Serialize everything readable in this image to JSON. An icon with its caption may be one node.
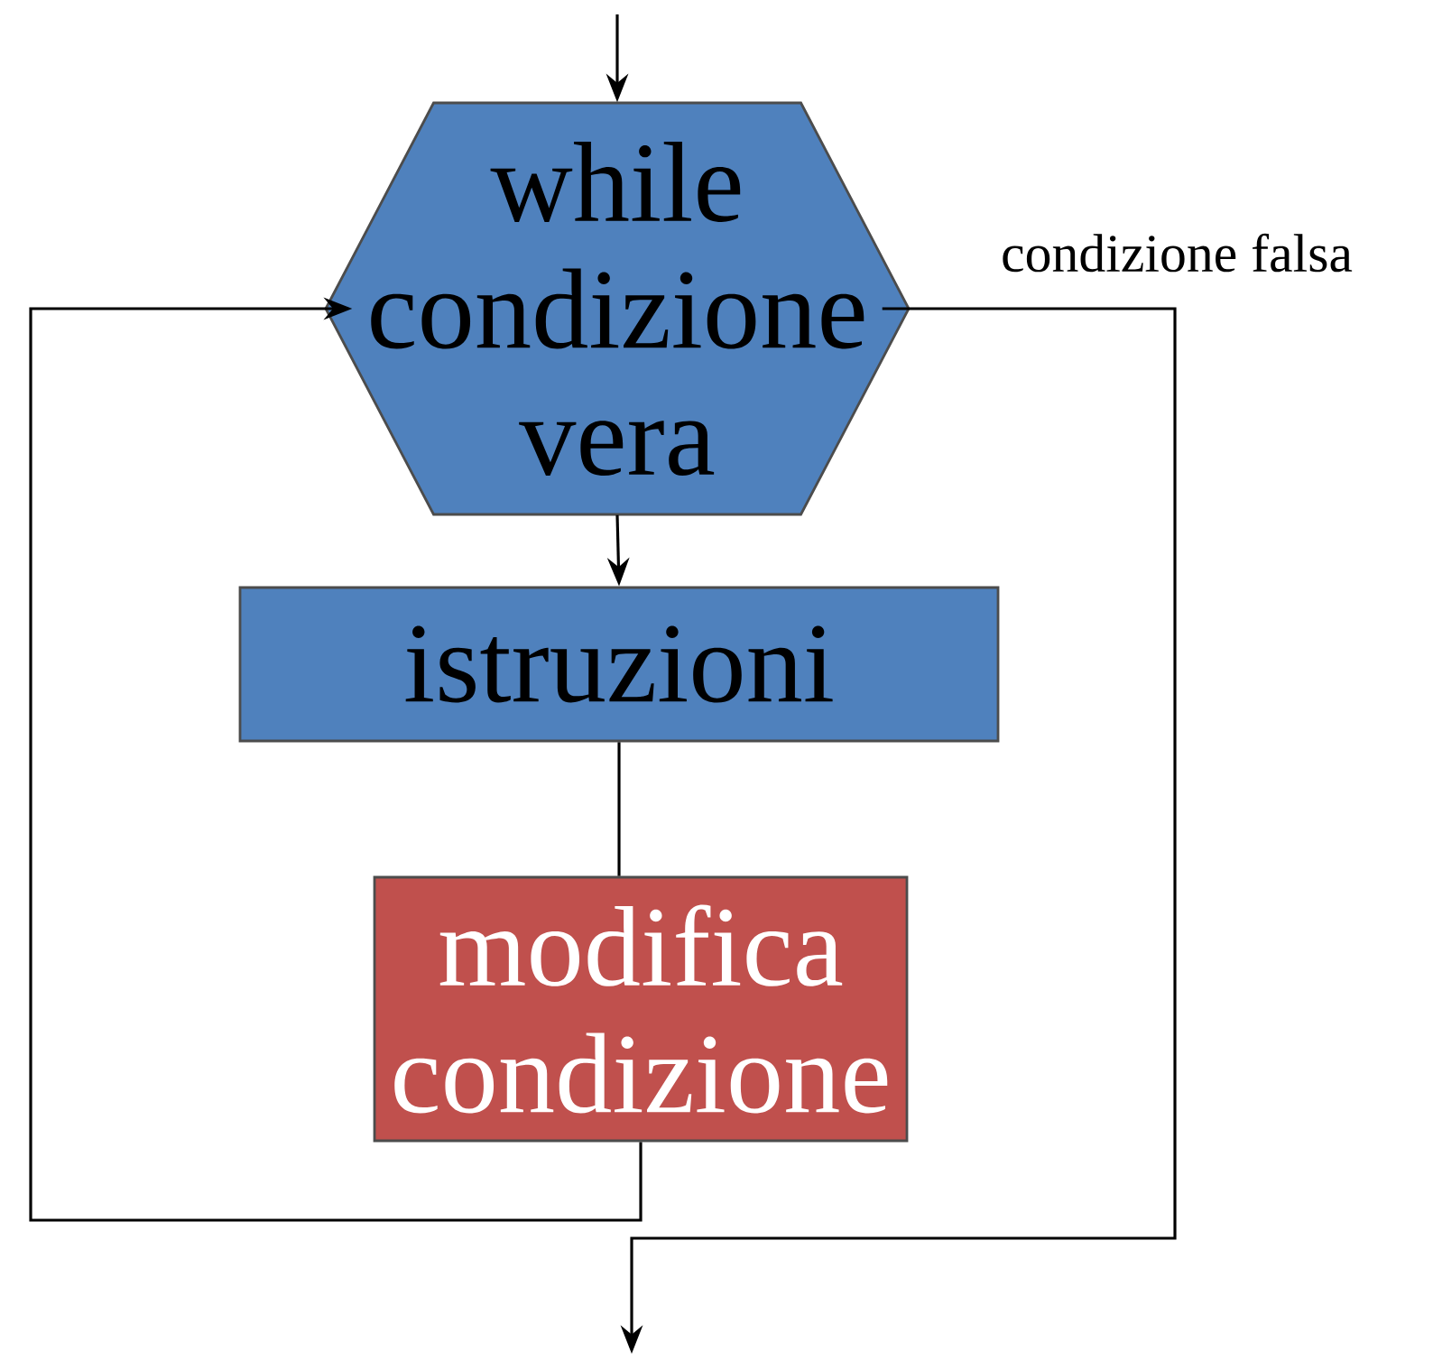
{
  "diagram": {
    "nodes": [
      {
        "text": [
          "while condizione vera"
        ]
      },
      {
        "text": [
          "istruzioni"
        ]
      },
      {
        "text": [
          "modifica condizione"
        ]
      }
    ],
    "edges": [
      {
        "from": null,
        "to": 0,
        "arrow": "to"
      },
      {
        "from": 0,
        "to": 1,
        "arrow": "to"
      },
      {
        "from": 1,
        "to": 2,
        "arrow": "none"
      },
      {
        "from": 2,
        "to": 0,
        "arrow": "to"
      },
      {
        "from": 0,
        "to": null,
        "arrow": "to",
        "label": "condizione falsa"
      }
    ]
  }
}
